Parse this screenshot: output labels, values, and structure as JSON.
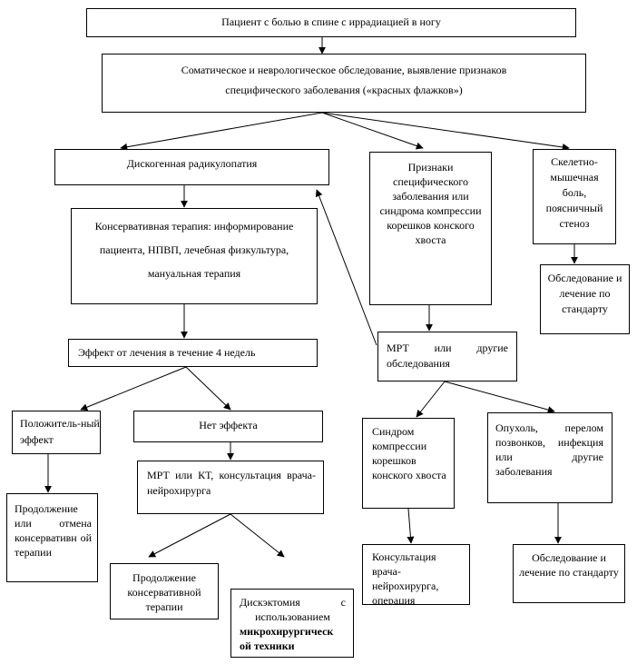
{
  "boxes": {
    "patient": "Пациент с   болью в спине с иррадиацией в ногу",
    "exam_line1": "Соматическое и неврологическое обследование, выявление признаков",
    "exam_line2": "специфического заболевания («красных флажков»)",
    "radiculopathy": "Дискогенная радикулопатия",
    "conservative": "Консервативная терапия: информирование пациента, НПВП, лечебная физкультура, мануальная терапия",
    "effect_4w": "Эффект от лечения в течение 4 недель",
    "positive": "Положитель-ный эффект",
    "no_effect": "Нет эффекта",
    "continue_or_cancel": "Продолжение или отмена консервативн ой терапии",
    "mri_ct": "МРТ или КТ, консультация врача-нейрохирурга",
    "continue_conservative": "Продолжение консервативной терапии",
    "discectomy_line1": "Дискэктомия с",
    "discectomy_line2": "использованием",
    "discectomy_bold": "микрохирургическ ой техники",
    "specific_signs": "Признаки специфического заболевания или синдрома компрессии корешков конского хвоста",
    "mri_other": "МРТ или другие обследования",
    "cauda_syndrome": "Синдром компрессии корешков конского хвоста",
    "neurosurgeon": "Консультация врача-нейрохирурга, операция",
    "tumor": "Опухоль, перелом позвонков, инфекция или другие заболевания",
    "exam_standard_bottom": "Обследование и лечение по стандарту",
    "musculoskeletal": "Скелетно-мышечная боль, поясничный стеноз",
    "exam_standard_right": "Обследование и лечение по стандарту"
  }
}
